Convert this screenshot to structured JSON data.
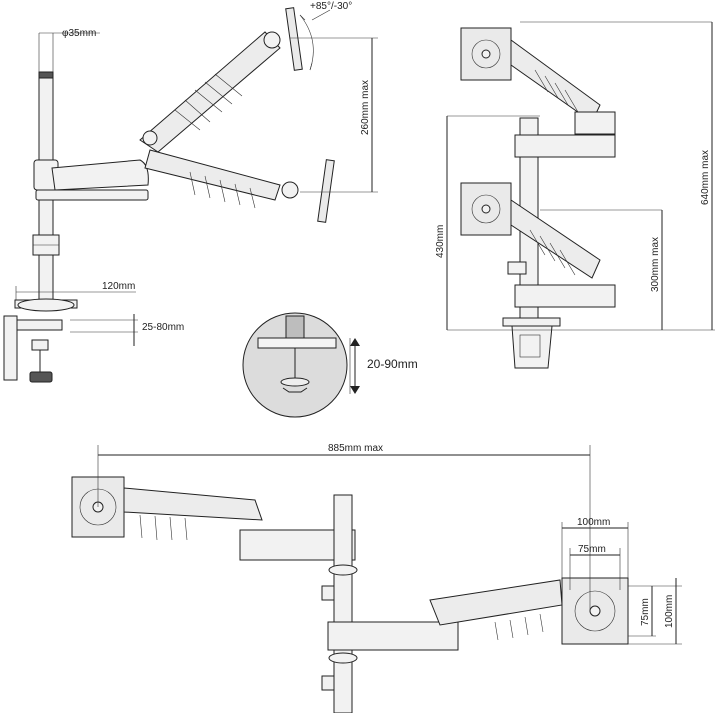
{
  "labels": {
    "pole_diameter": "φ35mm",
    "tilt_range": "+85°/-30°",
    "arm_height": "260mm  max",
    "clamp_offset": "120mm",
    "desk_thickness": "25-80mm",
    "grommet_thickness": "20-90mm",
    "stack_height_total": "640mm  max",
    "stack_height_lower": "430mm",
    "arm_height_lower": "300mm  max",
    "reach": "885mm  max",
    "vesa_large_w": "100mm",
    "vesa_small_w": "75mm",
    "vesa_small_h": "75mm",
    "vesa_large_h": "100mm"
  }
}
